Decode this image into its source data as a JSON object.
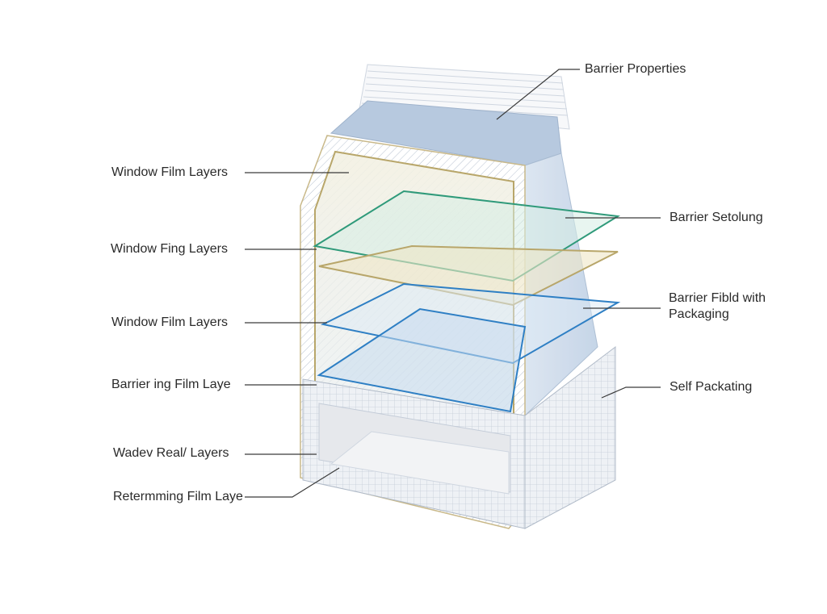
{
  "labels_left": [
    {
      "id": "l1",
      "text": "Window Film Layers"
    },
    {
      "id": "l2",
      "text": "Window Fing Layers"
    },
    {
      "id": "l3",
      "text": "Window Film Layers"
    },
    {
      "id": "l4",
      "text": "Barrier ing Film Laye"
    },
    {
      "id": "l5",
      "text": "Wadev Real/ Layers"
    },
    {
      "id": "l6",
      "text": "Retermming Film Laye"
    }
  ],
  "labels_right": [
    {
      "id": "r1",
      "text": "Barrier Properties"
    },
    {
      "id": "r2",
      "text": "Barrier Setolung"
    },
    {
      "id": "r3",
      "text": "Barrier Fibld with Packaging"
    },
    {
      "id": "r4",
      "text": "Self Packating"
    }
  ],
  "colors": {
    "outer_wall": "#c9b98a",
    "green_layer": "#2f9a7a",
    "tan_layer": "#b8a66a",
    "blue_layer": "#2e7fc4",
    "side_panel": "#c9d8ea",
    "top_cap": "#b7c9df",
    "hatch": "#b8c2d0"
  }
}
